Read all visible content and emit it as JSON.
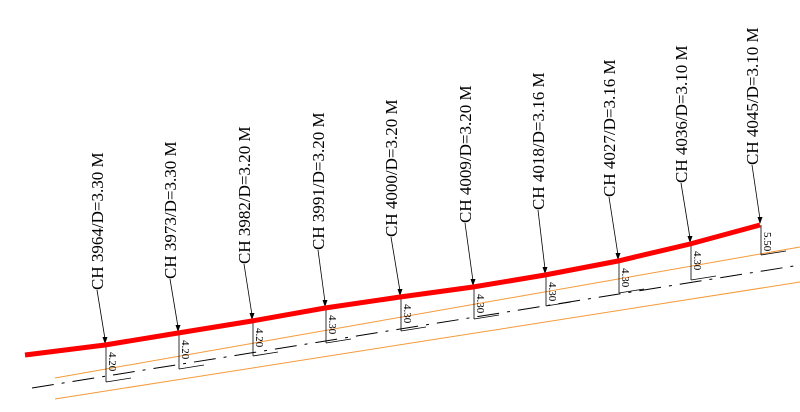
{
  "drawing": {
    "colors": {
      "profile": "#ff0000",
      "offset": "#f59a3a",
      "centerline": "#000000",
      "annotation": "#000000"
    },
    "stations": [
      {
        "label": "CH 3964/D=3.30 M",
        "depth": "4.20"
      },
      {
        "label": "CH 3973/D=3.30 M",
        "depth": "4.20"
      },
      {
        "label": "CH 3982/D=3.20 M",
        "depth": "4.20"
      },
      {
        "label": "CH 3991/D=3.20 M",
        "depth": "4.30"
      },
      {
        "label": "CH 4000/D=3.20 M",
        "depth": "4.30"
      },
      {
        "label": "CH 4009/D=3.20 M",
        "depth": "4.30"
      },
      {
        "label": "CH 4018/D=3.16 M",
        "depth": "4.30"
      },
      {
        "label": "CH 4027/D=3.16 M",
        "depth": "4.30"
      },
      {
        "label": "CH 4036/D=3.10 M",
        "depth": "4.30"
      },
      {
        "label": "CH 4045/D=3.10 M",
        "depth": "5.50"
      }
    ]
  }
}
